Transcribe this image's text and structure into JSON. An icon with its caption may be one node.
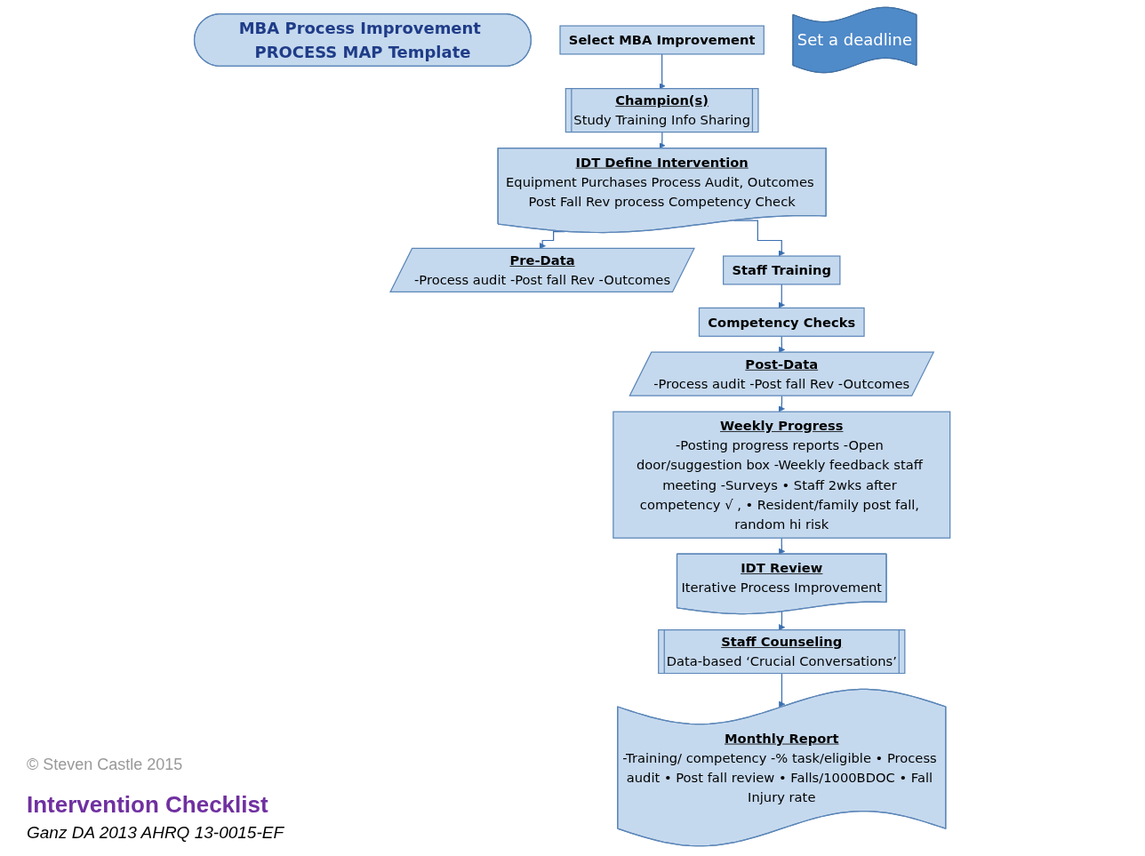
{
  "diagram": {
    "nodes": [
      {
        "text": [
          "MBA Process Improvement PROCESS MAP Template"
        ]
      },
      {
        "text": [
          "Select MBA Improvement"
        ]
      },
      {
        "text": [
          "Champion(s)",
          "Study Training Info Sharing"
        ]
      },
      {
        "text": [
          "IDT Define Intervention",
          "Equipment Purchases Process Audit, Outcomes Post Fall Rev process Competency Check"
        ]
      },
      {
        "text": [
          "Set a deadline"
        ]
      },
      {
        "text": [
          "Pre-Data",
          "-Process audit -Post fall Rev -Outcomes"
        ]
      },
      {
        "text": [
          "Staff Training"
        ]
      },
      {
        "text": [
          "Competency Checks"
        ]
      },
      {
        "text": [
          "Post-Data",
          "-Process audit -Post fall Rev -Outcomes"
        ]
      },
      {
        "text": [
          "Weekly Progress",
          "-Posting progress reports -Open door/suggestion box -Weekly feedback staff meeting -Surveys • Staff 2wks after competency √ , • Resident/family post fall, random hi risk"
        ]
      },
      {
        "text": [
          "IDT Review",
          "Iterative Process Improvement"
        ]
      },
      {
        "text": [
          "Staff Counseling",
          "Data-based ‘Crucial Conversations’"
        ]
      },
      {
        "text": [
          "Monthly Report",
          "-Training/ competency -% task/eligible • Process audit • Post fall review • Falls/1000BDOC • Fall Injury rate"
        ]
      }
    ],
    "edges": [
      {
        "from": 1,
        "to": 2,
        "arrow": "to"
      },
      {
        "from": 2,
        "to": 3,
        "arrow": "to"
      },
      {
        "from": 3,
        "to": 5,
        "arrow": "to"
      },
      {
        "from": 3,
        "to": 6,
        "arrow": "to"
      },
      {
        "from": 6,
        "to": 7,
        "arrow": "to"
      },
      {
        "from": 7,
        "to": 8,
        "arrow": "to"
      },
      {
        "from": 8,
        "to": 9,
        "arrow": "to"
      },
      {
        "from": 9,
        "to": 10,
        "arrow": "to"
      },
      {
        "from": 10,
        "to": 11,
        "arrow": "to"
      },
      {
        "from": 11,
        "to": 12,
        "arrow": "to"
      }
    ],
    "labels": [
      "© Steven Castle 2015",
      "Intervention Checklist",
      "Ganz DA 2013 AHRQ 13-0015-EF"
    ]
  }
}
